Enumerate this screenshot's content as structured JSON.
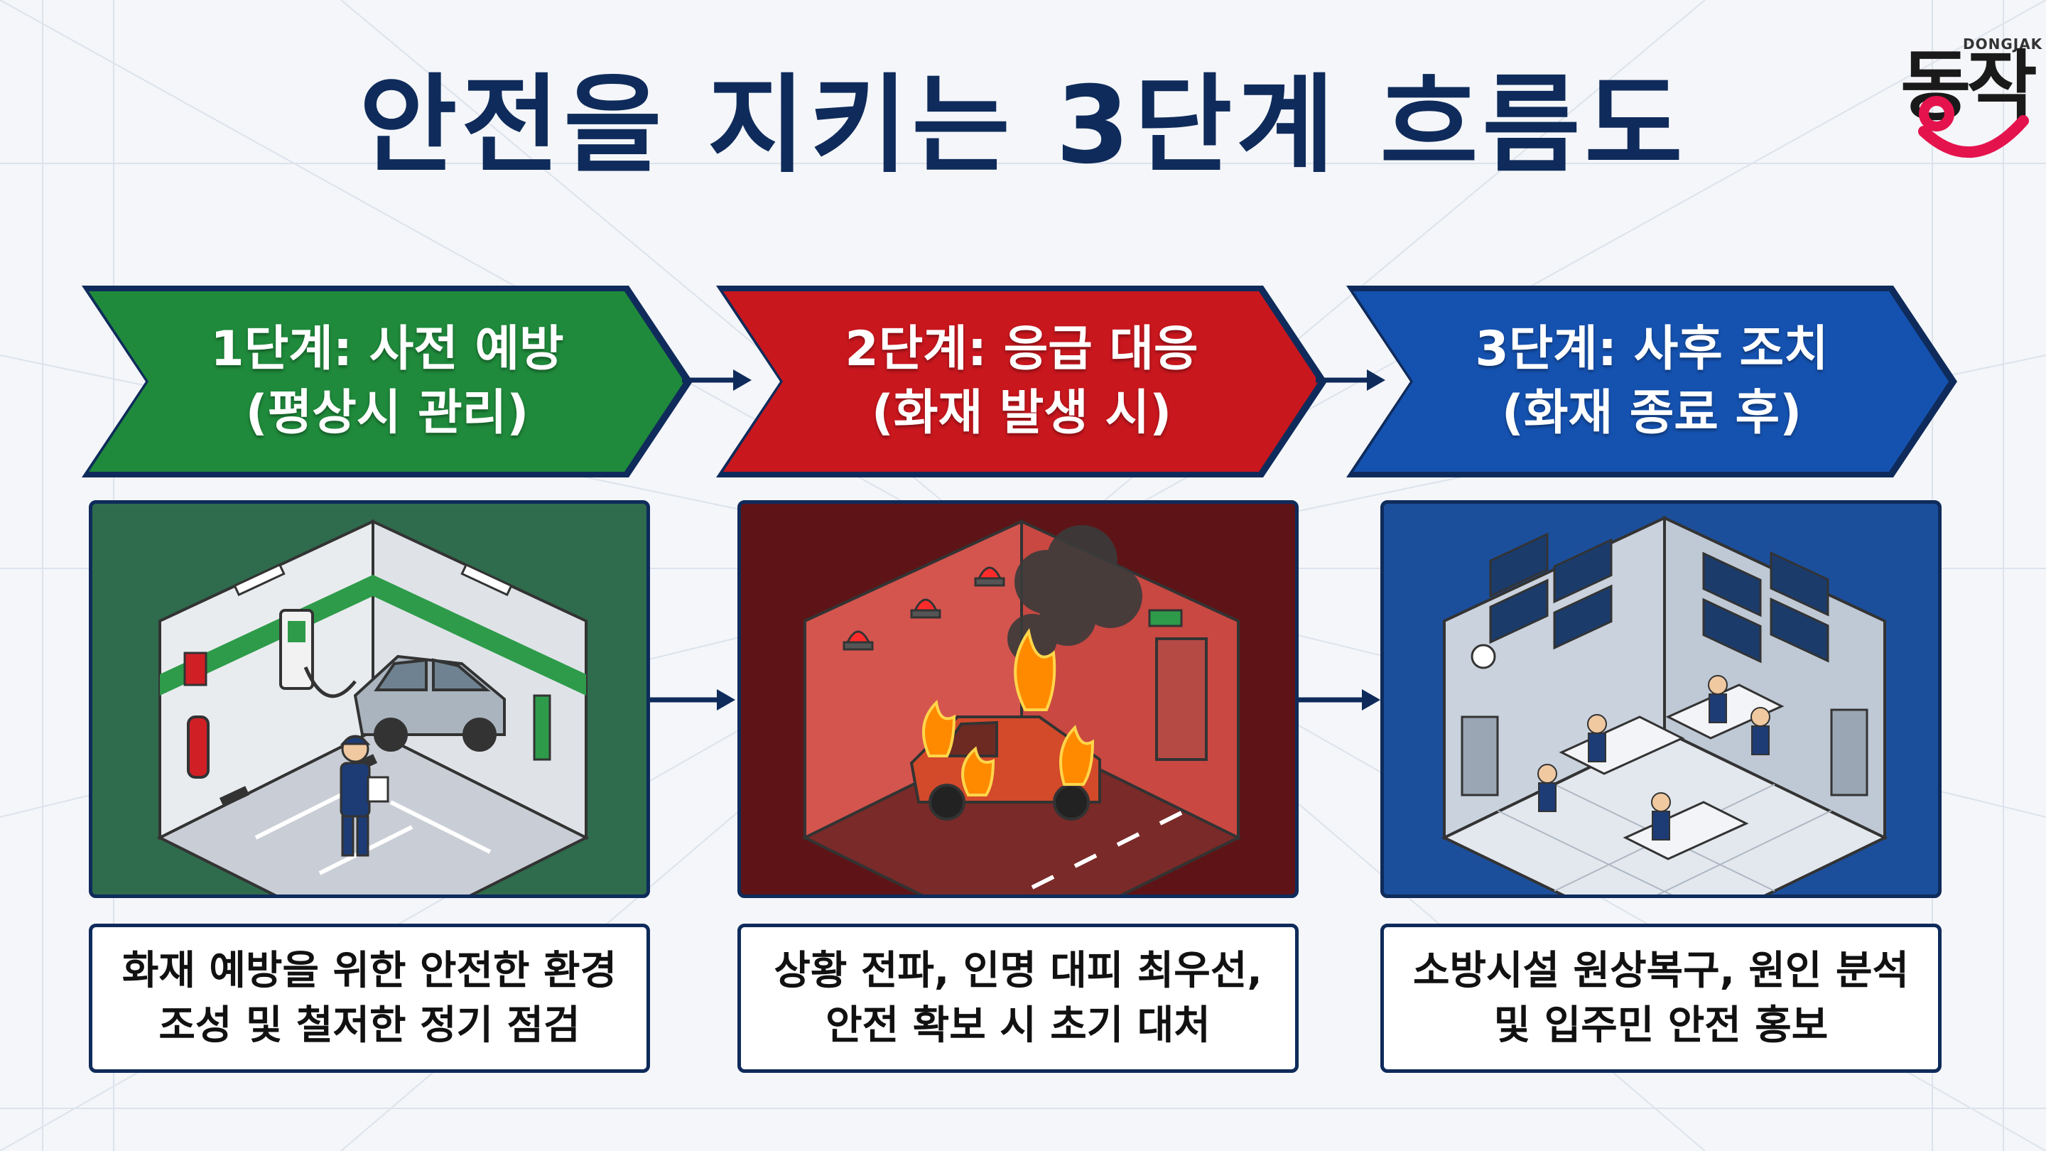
{
  "title": "안전을 지키는 3단계 흐름도",
  "logo": {
    "small_text": "DONGJAK",
    "main_text": "동작",
    "color_main": "#1a1a1a",
    "color_smile": "#e5134d"
  },
  "colors": {
    "title": "#0f2b5b",
    "green": "#1f8a3b",
    "red": "#c9171e",
    "blue": "#1552b0",
    "border": "#0f2b5b"
  },
  "stages": [
    {
      "heading_line1": "1단계: 사전 예방",
      "heading_line2": "(평상시 관리)",
      "scene_icon": "parking-garage-inspection",
      "caption_line1": "화재 예방을 위한 안전한 환경",
      "caption_line2": "조성 및 철저한 정기 점검"
    },
    {
      "heading_line1": "2단계: 응급 대응",
      "heading_line2": "(화재 발생 시)",
      "scene_icon": "car-fire-alarm",
      "caption_line1": "상황 전파, 인명 대피 최우선,",
      "caption_line2": "안전 확보 시 초기 대처"
    },
    {
      "heading_line1": "3단계: 사후 조치",
      "heading_line2": "(화재 종료 후)",
      "scene_icon": "control-room-recovery",
      "caption_line1": "소방시설 원상복구, 원인 분석",
      "caption_line2": "및 입주민 안전 홍보"
    }
  ]
}
